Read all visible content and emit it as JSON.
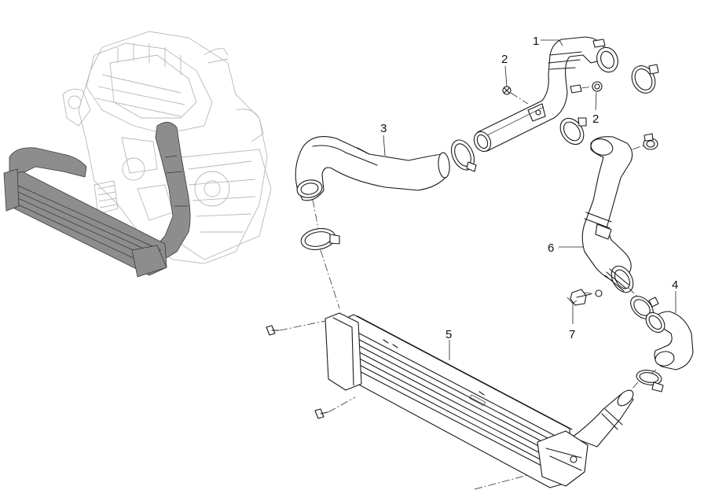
{
  "callouts": [
    {
      "id": "1",
      "label": "1"
    },
    {
      "id": "2a",
      "label": "2"
    },
    {
      "id": "2b",
      "label": "2"
    },
    {
      "id": "3",
      "label": "3"
    },
    {
      "id": "4",
      "label": "4"
    },
    {
      "id": "5",
      "label": "5"
    },
    {
      "id": "6",
      "label": "6"
    },
    {
      "id": "7",
      "label": "7"
    }
  ]
}
